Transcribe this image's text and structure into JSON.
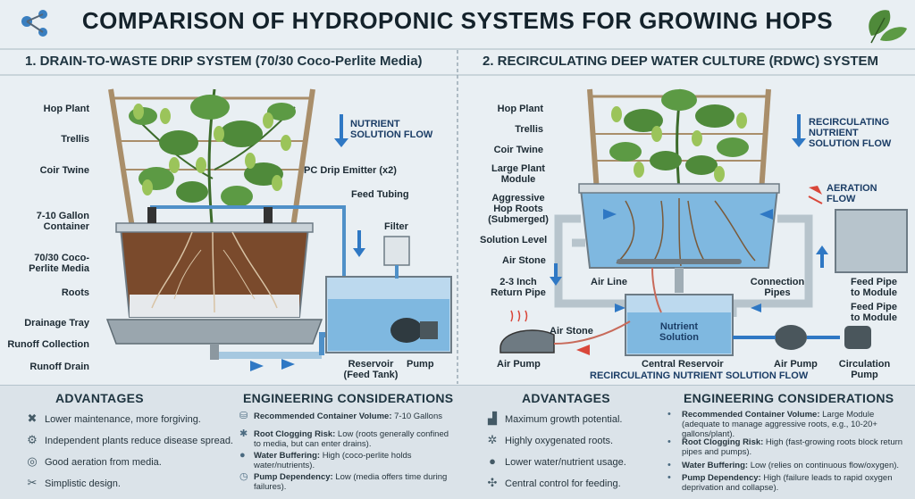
{
  "title": "COMPARISON OF HYDROPONIC SYSTEMS FOR GROWING HOPS",
  "left": {
    "heading": "1. DRAIN-TO-WASTE DRIP SYSTEM (70/30 Coco-Perlite Media)",
    "labels": {
      "hop_plant": "Hop Plant",
      "trellis": "Trellis",
      "coir_twine": "Coir Twine",
      "container": "7-10 Gallon\nContainer",
      "media": "70/30 Coco-\nPerlite Media",
      "roots": "Roots",
      "drainage_tray": "Drainage Tray",
      "runoff_collection": "Runoff Collection",
      "runoff_drain": "Runoff Drain",
      "emitter": "PC Drip Emitter (x2)",
      "feed_tubing": "Feed Tubing",
      "filter": "Filter",
      "reservoir": "Reservoir\n(Feed Tank)",
      "pump": "Pump",
      "flow": "NUTRIENT\nSOLUTION FLOW"
    }
  },
  "right": {
    "heading": "2. RECIRCULATING DEEP WATER CULTURE (RDWC) SYSTEM",
    "labels": {
      "hop_plant": "Hop Plant",
      "trellis": "Trellis",
      "coir_twine": "Coir Twine",
      "module": "Large Plant\nModule",
      "roots": "Aggressive\nHop Roots\n(Submerged)",
      "solution_level": "Solution Level",
      "air_stone": "Air Stone",
      "return_pipe": "2-3 Inch\nReturn Pipe",
      "air_line": "Air Line",
      "connection_pipes": "Connection\nPipes",
      "feed_pipe_1": "Feed Pipe\nto Module",
      "feed_pipe_2": "Feed Pipe\nto Module",
      "air_stone_2": "Air Stone",
      "nutrient_solution": "Nutrient\nSolution",
      "air_pump_left": "Air Pump",
      "central_reservoir": "Central Reservoir",
      "air_pump_right": "Air Pump",
      "circulation_pump": "Circulation\nPump",
      "recirc_flow": "RECIRCULATING\nNUTRIENT\nSOLUTION FLOW",
      "aeration_flow": "AERATION\nFLOW",
      "bottom_flow": "RECIRCULATING NUTRIENT SOLUTION FLOW"
    }
  },
  "bottom_left": {
    "advantages_title": "ADVANTAGES",
    "advantages": [
      {
        "icon": "tools-icon",
        "text": "Lower maintenance, more forgiving."
      },
      {
        "icon": "gear-icon",
        "text": "Independent plants reduce disease spread."
      },
      {
        "icon": "target-icon",
        "text": "Good aeration from media."
      },
      {
        "icon": "wrench-icon",
        "text": "Simplistic design."
      }
    ],
    "engineering_title": "ENGINEERING CONSIDERATIONS",
    "engineering": [
      {
        "icon": "cylinder-icon",
        "key": "Recommended Container Volume:",
        "text": " 7-10 Gallons"
      },
      {
        "icon": "bug-icon",
        "key": "Root Clogging Risk:",
        "text": " Low (roots generally confined to media, but can enter drains)."
      },
      {
        "icon": "droplet-icon",
        "key": "Water Buffering:",
        "text": " High (coco-perlite holds water/nutrients)."
      },
      {
        "icon": "timer-icon",
        "key": "Pump Dependency:",
        "text": " Low (media offers time during failures)."
      }
    ]
  },
  "bottom_right": {
    "advantages_title": "ADVANTAGES",
    "advantages": [
      {
        "icon": "chart-icon",
        "text": "Maximum growth potential."
      },
      {
        "icon": "molecule-icon",
        "text": "Highly oxygenated roots."
      },
      {
        "icon": "droplet-icon",
        "text": "Lower water/nutrient usage."
      },
      {
        "icon": "network-icon",
        "text": "Central control for feeding."
      }
    ],
    "engineering_title": "ENGINEERING CONSIDERATIONS",
    "engineering": [
      {
        "key": "Recommended Container Volume:",
        "text": " Large Module (adequate to manage aggressive roots, e.g., 10-20+ gallons/plant)."
      },
      {
        "key": "Root Clogging Risk:",
        "text": " High (fast-growing roots block return pipes and pumps)."
      },
      {
        "key": "Water Buffering:",
        "text": " Low (relies on continuous flow/oxygen)."
      },
      {
        "key": "Pump Dependency:",
        "text": " High (failure leads to rapid oxygen deprivation and collapse)."
      }
    ]
  },
  "colors": {
    "water": "#7fb8e0",
    "pipe": "#b7c4cc",
    "leaf": "#4f8a3a",
    "hop_cone": "#9bc45a",
    "soil": "#7a4a2c",
    "flow_arrow": "#2f78c4",
    "air_arrow": "#d9473a"
  }
}
